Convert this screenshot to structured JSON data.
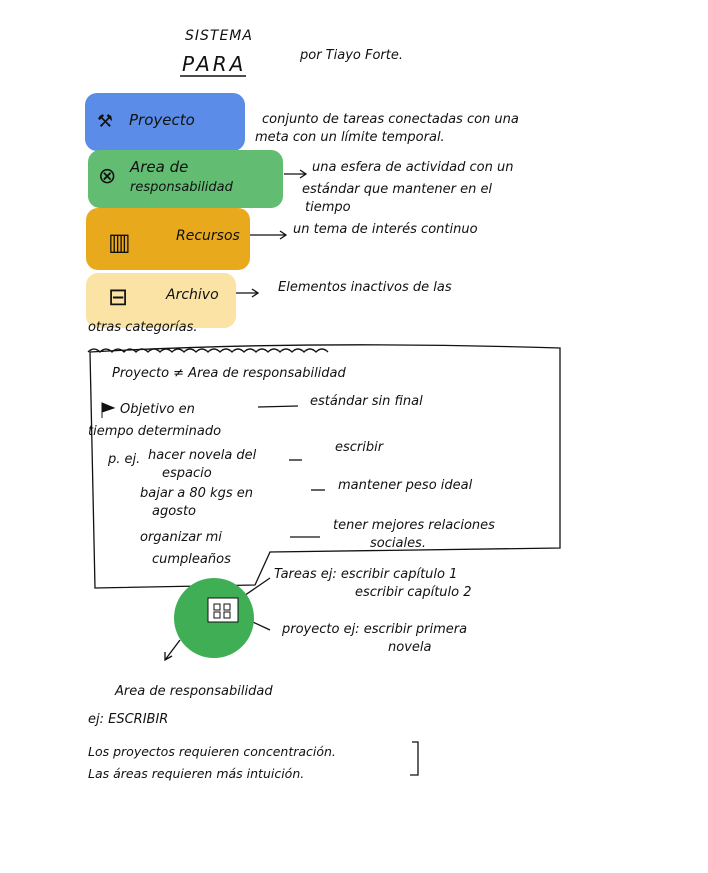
{
  "header": {
    "title_line1": "SISTEMA",
    "title_line2": "PARA",
    "author": "por Tiayo Forte."
  },
  "colors": {
    "proyecto": "#5b8de8",
    "area": "#62bd73",
    "recursos": "#e9a91c",
    "archivo": "#fbe3a6"
  },
  "categories": [
    {
      "label": "Proyecto",
      "icon": "hammer-icon",
      "definition": [
        "conjunto de tareas conectadas con una",
        "meta con un límite temporal."
      ]
    },
    {
      "label": "Area de responsabilidad",
      "label_line1": "Area de",
      "label_line2": "responsabilidad",
      "icon": "compass-icon",
      "definition": [
        "una esfera de actividad con un",
        "estándar que mantener en el",
        "tiempo"
      ]
    },
    {
      "label": "Recursos",
      "icon": "books-icon",
      "definition": [
        "un tema de interés continuo"
      ]
    },
    {
      "label": "Archivo",
      "icon": "archive-box-icon",
      "definition": [
        "Elementos inactivos de las",
        "otras categorías."
      ]
    }
  ],
  "comparison": {
    "title": "Proyecto ≠ Area de responsabilidad",
    "left_head": [
      "Objetivo en",
      "tiempo determinado"
    ],
    "right_head": "estándar sin final",
    "examples_prefix": "p. ej.",
    "rows": [
      {
        "left": [
          "hacer novela del",
          "espacio"
        ],
        "right": [
          "escribir"
        ]
      },
      {
        "left": [
          "bajar a 80 kgs en",
          "agosto"
        ],
        "right": [
          "mantener peso ideal"
        ]
      },
      {
        "left": [
          "organizar mi",
          "cumpleaños"
        ],
        "right": [
          "tener mejores relaciones",
          "sociales."
        ]
      }
    ]
  },
  "diagram": {
    "tareas": [
      "Tareas ej: escribir capítulo 1",
      "escribir capítulo 2"
    ],
    "proyecto": [
      "proyecto ej: escribir primera",
      "novela"
    ],
    "area": "Area de responsabilidad",
    "example": "ej: ESCRIBIR"
  },
  "footer": [
    "Los proyectos requieren concentración.",
    "Las áreas requieren más intuición."
  ]
}
